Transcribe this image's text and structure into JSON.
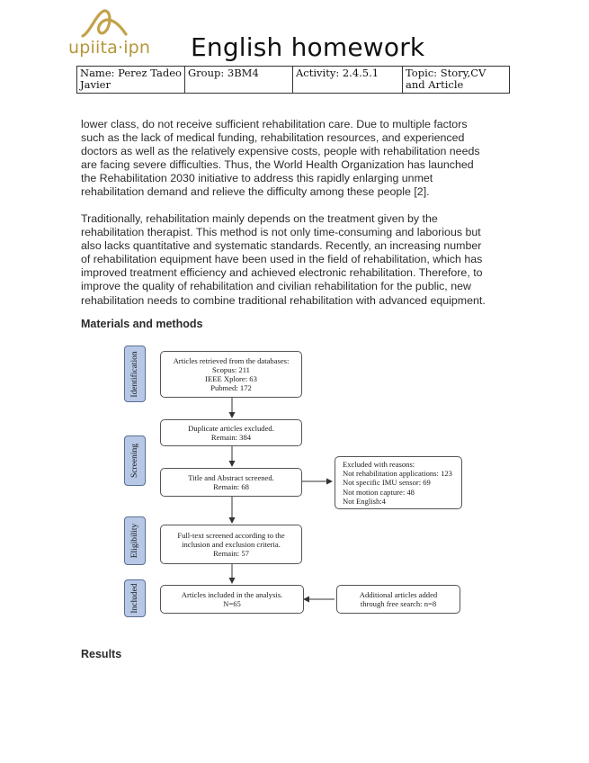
{
  "header": {
    "logo_text": "upiita·ipn",
    "title": "English homework"
  },
  "info_table": {
    "name": "Name: Perez Tadeo Javier",
    "group": "Group: 3BM4",
    "activity": "Activity: 2.4.5.1",
    "topic": "Topic: Story,CV and Article"
  },
  "paragraph1": [
    "lower class, do not receive sufficient rehabilitation care. Due to multiple factors",
    "such as the lack of medical funding, rehabilitation resources, and experienced",
    "doctors as well as the relatively expensive costs, people with rehabilitation needs",
    "are facing severe difficulties. Thus, the World Health Organization has launched",
    "the Rehabilitation 2030 initiative to address this rapidly enlarging unmet",
    "rehabilitation demand and relieve the difficulty among these people [2]."
  ],
  "paragraph2": [
    "Traditionally, rehabilitation mainly depends on the treatment given by the",
    "rehabilitation therapist. This method is not only time-consuming and laborious but",
    "also lacks quantitative and systematic standards. Recently, an increasing number",
    "of rehabilitation equipment have been used in the field of rehabilitation, which has",
    "improved treatment efficiency and achieved electronic rehabilitation. Therefore, to",
    "improve the quality of rehabilitation and civilian rehabilitation for the public, new",
    "rehabilitation needs to combine traditional rehabilitation with advanced equipment."
  ],
  "heading_methods": "Materials and methods",
  "heading_results": "Results",
  "flowchart": {
    "stages": [
      "Identification",
      "Screening",
      "Eligibility",
      "Included"
    ],
    "box_retrieved": [
      "Articles retrieved from the databases:",
      "Scopus: 211",
      "IEEE Xplore: 63",
      "Pubmed: 172"
    ],
    "box_duplicates": [
      "Duplicate articles excluded.",
      "Remain: 384"
    ],
    "box_title_abstract": [
      "Title and Abstract screened.",
      "Remain: 68"
    ],
    "box_excluded": [
      "Excluded with reasons:",
      "Not rehabilitation applications: 123",
      "Not specific IMU sensor: 69",
      "Not motion capture: 48",
      "Not English:4"
    ],
    "box_fulltext": [
      "Full-text screened according to the",
      "inclusion and exclusion criteria.",
      "Remain: 57"
    ],
    "box_included": [
      "Articles included in the analysis.",
      "N=65"
    ],
    "box_additional": [
      "Additional articles added",
      "through free search: n=8"
    ]
  }
}
